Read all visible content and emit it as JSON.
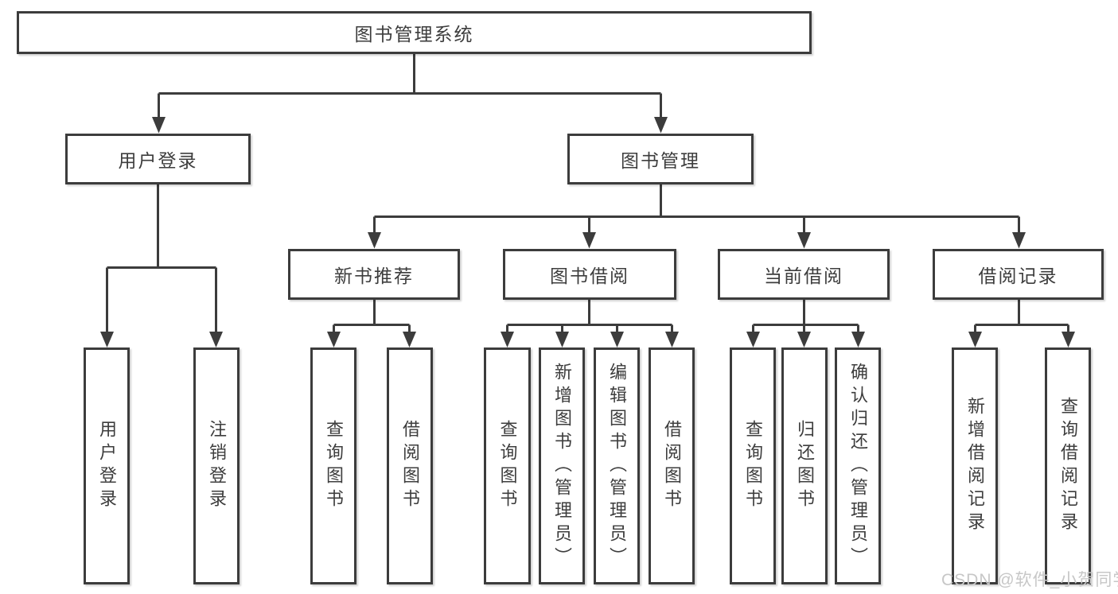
{
  "nodes": {
    "root": {
      "label": "图书管理系统"
    },
    "l2": [
      {
        "label": "用户登录"
      },
      {
        "label": "图书管理"
      }
    ],
    "l3": [
      {
        "label": "新书推荐"
      },
      {
        "label": "图书借阅"
      },
      {
        "label": "当前借阅"
      },
      {
        "label": "借阅记录"
      }
    ],
    "l4": [
      {
        "label": "用户登录"
      },
      {
        "label": "注销登录"
      },
      {
        "label": "查询图书"
      },
      {
        "label": "借阅图书"
      },
      {
        "label": "查询图书"
      },
      {
        "label": "新增图书（管理员）"
      },
      {
        "label": "编辑图书（管理员）"
      },
      {
        "label": "借阅图书"
      },
      {
        "label": "查询图书"
      },
      {
        "label": "归还图书"
      },
      {
        "label": "确认归还（管理员）"
      },
      {
        "label": "新增借阅记录"
      },
      {
        "label": "查询借阅记录"
      }
    ]
  },
  "watermark": {
    "text": "CSDN @软件_小贺同学"
  },
  "colors": {
    "line": "#3c3c3c",
    "text": "#3d3d3d",
    "watermark": "#c7c7c7",
    "background": "#ffffff"
  }
}
